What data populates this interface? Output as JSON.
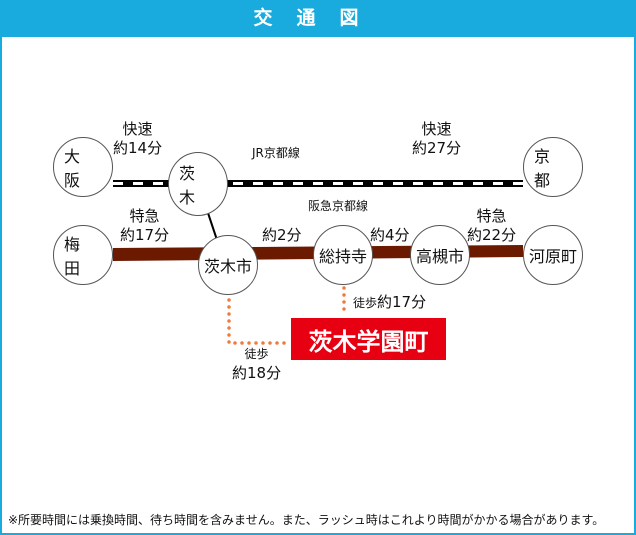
{
  "header": {
    "title": "交通図"
  },
  "lines": {
    "jr": "JR京都線",
    "hankyu": "阪急京都線"
  },
  "stations": {
    "osaka": "大阪",
    "ibaraki": "茨木",
    "kyoto": "京都",
    "umeda": "梅田",
    "ibaraki_shi": "茨木市",
    "sojiji": "総持寺",
    "takatsuki_shi": "高槻市",
    "kawaramachi": "河原町"
  },
  "segments": {
    "osaka_ibaraki": {
      "type": "快速",
      "time": "約14分"
    },
    "ibaraki_kyoto": {
      "type": "快速",
      "time": "約27分"
    },
    "umeda_ibarakishi": {
      "type": "特急",
      "time": "約17分"
    },
    "ibarakishi_sojiji": {
      "time": "約2分"
    },
    "sojiji_takatsuki": {
      "time": "約4分"
    },
    "takatsuki_kawaramachi": {
      "type": "特急",
      "time": "約22分"
    }
  },
  "walks": {
    "from_sojiji": {
      "label": "徒歩",
      "time": "約17分"
    },
    "from_ibarakishi": {
      "label": "徒歩",
      "time": "約18分"
    }
  },
  "destination": "茨木学園町",
  "footnote": "※所要時間には乗換時間、待ち時間を含みません。また、ラッシュ時はこれより時間がかかる場合があります。",
  "colors": {
    "header": "#1aabde",
    "hankyu": "#6b1a00",
    "walk": "#f07a3c",
    "destination": "#e60012"
  }
}
